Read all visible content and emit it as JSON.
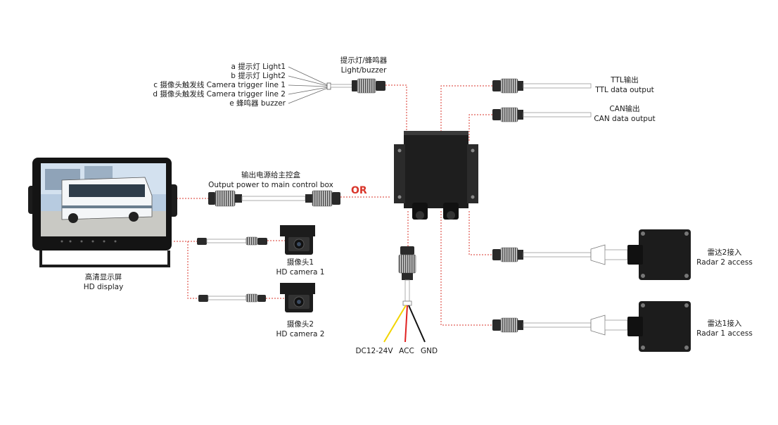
{
  "light_inputs": {
    "a": "a 提示灯 Light1",
    "b": "b 提示灯 Light2",
    "c": "c 摄像头触发线 Camera trigger line 1",
    "d": "d 摄像头触发线 Camera trigger line 2",
    "e": "e 蜂鸣器 buzzer"
  },
  "light_buzzer": {
    "cn": "提示灯/蜂鸣器",
    "en": "Light/buzzer"
  },
  "ttl": {
    "cn": "TTL输出",
    "en": "TTL data output"
  },
  "can": {
    "cn": "CAN输出",
    "en": "CAN data output"
  },
  "power": {
    "cn": "输出电源给主控盒",
    "en": "Output power to main control box"
  },
  "or_label": "OR",
  "display": {
    "cn": "高清显示屏",
    "en": "HD display"
  },
  "camera1": {
    "cn": "摄像头1",
    "en": "HD camera 1"
  },
  "camera2": {
    "cn": "摄像头2",
    "en": "HD camera 2"
  },
  "radar2": {
    "cn": "雷达2接入",
    "en": "Radar 2 access"
  },
  "radar1": {
    "cn": "雷达1接入",
    "en": "Radar 1 access"
  },
  "power_wires": {
    "dc": "DC12-24V",
    "acc": "ACC",
    "gnd": "GND"
  },
  "colors": {
    "dotted_line": "#d9362b",
    "device": "#1e1e1e",
    "wire_yellow": "#f2d400",
    "wire_red": "#e02020",
    "wire_black": "#111111"
  }
}
